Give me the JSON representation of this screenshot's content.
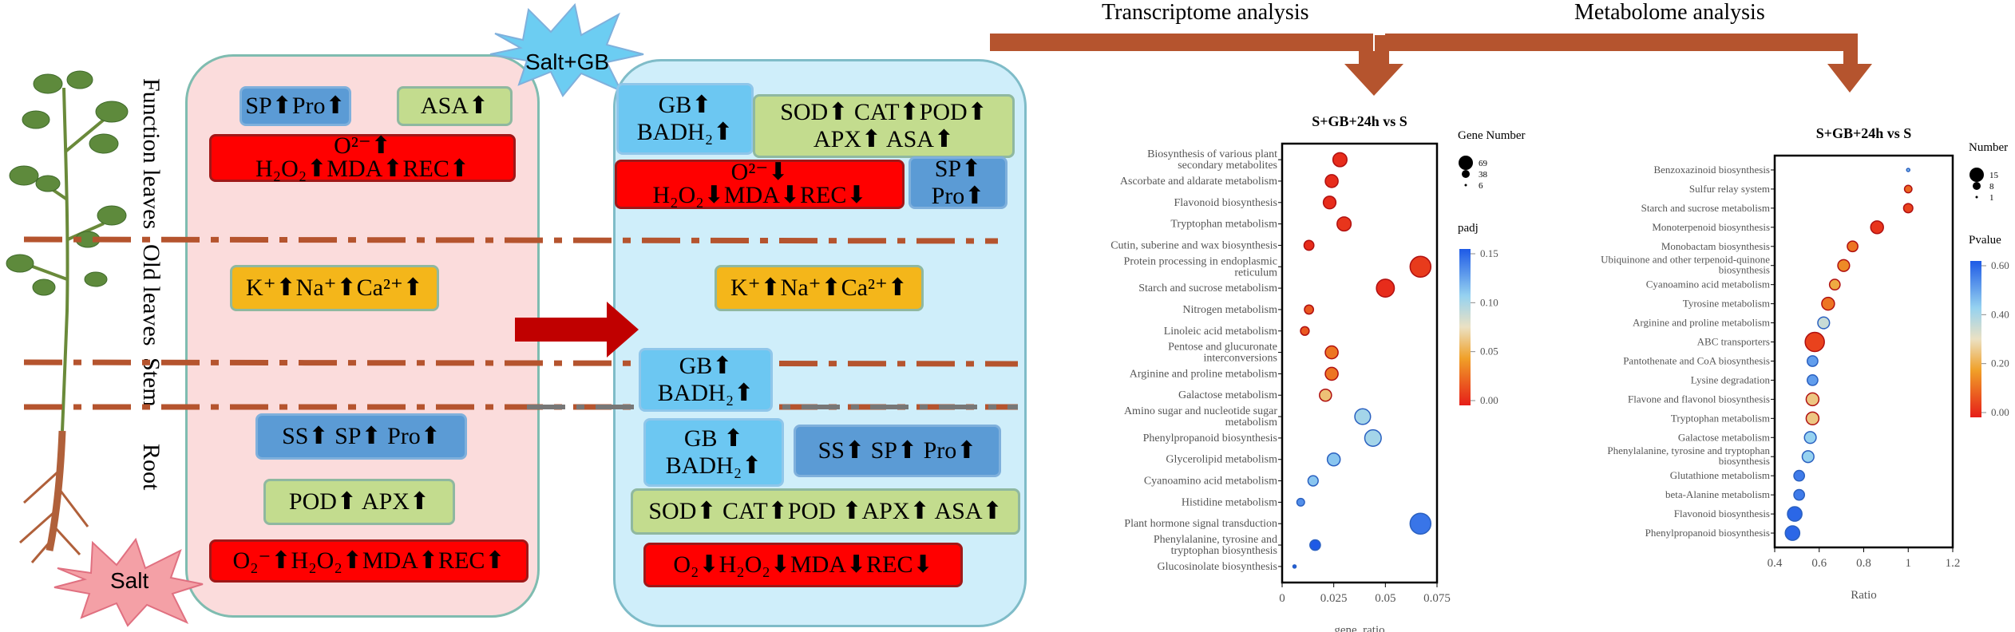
{
  "top_labels": {
    "transcriptome": "Transcriptome analysis",
    "metabolome": "Metabolome analysis"
  },
  "organ_labels": [
    "Function leaves",
    "Old leaves",
    "Stem",
    "Root"
  ],
  "stress_labels": {
    "salt": "Salt",
    "salt_gb": "Salt+GB"
  },
  "salt_panel": {
    "sp_pro": "SP⬆Pro⬆",
    "asa": "ASA⬆",
    "ros_top": "O²⁻⬆",
    "ros_bottom": "H₂O₂⬆MDA⬆REC⬆",
    "ions": "K⁺⬆Na⁺⬆Ca²⁺⬆",
    "ss_sp_pro": "SS⬆ SP⬆ Pro⬆",
    "pod_apx": "POD⬆  APX⬆",
    "root_ros": "O₂⁻⬆H₂O₂⬆MDA⬆REC⬆"
  },
  "gb_panel": {
    "gb_badh_leaf": [
      "GB⬆",
      "BADH₂⬆"
    ],
    "antiox_leaf": [
      "SOD⬆ CAT⬆POD⬆",
      "APX⬆ ASA⬆"
    ],
    "ros_leaf": [
      "O²⁻⬇",
      "H₂O₂⬇MDA⬇REC⬇"
    ],
    "sp_pro_leaf": [
      "SP⬆",
      "Pro⬆"
    ],
    "ions": "K⁺⬆Na⁺⬆Ca²⁺⬆",
    "gb_badh_stem": [
      "GB⬆",
      "BADH₂⬆"
    ],
    "gb_badh_root": [
      "GB ⬆",
      "BADH₂⬆"
    ],
    "ss_sp_pro_root": "SS⬆ SP⬆ Pro⬆",
    "antiox_root": "SOD⬆ CAT⬆POD ⬆APX⬆ ASA⬆",
    "ros_root": "O₂⬇H₂O₂⬇MDA⬇REC⬇"
  },
  "chart_data": [
    {
      "type": "scatter",
      "title": "S+GB+24h vs S",
      "xlabel": "gene_ratio",
      "ylabel": "",
      "xlim": [
        0,
        0.075
      ],
      "xticks": [
        "0",
        "0.025",
        "0.05",
        "0.075"
      ],
      "size_legend": {
        "title": "Gene Number",
        "values": [
          "69",
          "38",
          "6"
        ]
      },
      "color_legend": {
        "title": "padj",
        "ticks": [
          "0.15",
          "0.10",
          "0.05",
          "0.00"
        ],
        "range": [
          0,
          0.15
        ]
      },
      "categories": [
        "Biosynthesis of various plant secondary metabolites",
        "Ascorbate and aldarate metabolism",
        "Flavonoid biosynthesis",
        "Tryptophan metabolism",
        "Cutin, suberine and wax biosynthesis",
        "Protein processing in endoplasmic reticulum",
        "Starch and sucrose metabolism",
        "Nitrogen metabolism",
        "Linoleic acid metabolism",
        "Pentose and glucuronate interconversions",
        "Arginine and proline metabolism",
        "Galactose metabolism",
        "Amino sugar and nucleotide sugar metabolism",
        "Phenylpropanoid biosynthesis",
        "Glycerolipid metabolism",
        "Cyanoamino acid metabolism",
        "Histidine metabolism",
        "Plant hormone signal transduction",
        "Phenylalanine, tyrosine and tryptophan biosynthesis",
        "Glucosinolate biosynthesis"
      ],
      "x": [
        0.028,
        0.024,
        0.023,
        0.03,
        0.013,
        0.067,
        0.05,
        0.013,
        0.011,
        0.024,
        0.024,
        0.021,
        0.039,
        0.044,
        0.025,
        0.015,
        0.009,
        0.067,
        0.016,
        0.006
      ],
      "size": [
        30,
        25,
        24,
        30,
        15,
        69,
        50,
        13,
        12,
        25,
        25,
        22,
        38,
        42,
        25,
        16,
        10,
        69,
        17,
        6
      ],
      "color": [
        0.005,
        0.005,
        0.005,
        0.008,
        0.005,
        0.01,
        0.005,
        0.02,
        0.02,
        0.03,
        0.03,
        0.06,
        0.1,
        0.1,
        0.11,
        0.11,
        0.13,
        0.14,
        0.15,
        0.15
      ]
    },
    {
      "type": "scatter",
      "title": "S+GB+24h vs S",
      "xlabel": "Ratio",
      "ylabel": "",
      "xlim": [
        0.4,
        1.2
      ],
      "xticks": [
        "0.4",
        "0.6",
        "0.8",
        "1",
        "1.2"
      ],
      "size_legend": {
        "title": "Number",
        "values": [
          "15",
          "8",
          "1"
        ]
      },
      "color_legend": {
        "title": "Pvalue",
        "ticks": [
          "0.60",
          "0.40",
          "0.20",
          "0.00"
        ],
        "range": [
          0,
          0.6
        ]
      },
      "categories": [
        "Benzoxazinoid biosynthesis",
        "Sulfur relay system",
        "Starch and sucrose metabolism",
        "Monoterpenoid biosynthesis",
        "Monobactam biosynthesis",
        "Ubiquinone and other terpenoid-quinone biosynthesis",
        "Cyanoamino acid metabolism",
        "Tyrosine metabolism",
        "Arginine and proline metabolism",
        "ABC transporters",
        "Pantothenate and CoA biosynthesis",
        "Lysine degradation",
        "Flavone and flavonol biosynthesis",
        "Tryptophan metabolism",
        "Galactose metabolism",
        "Phenylalanine, tyrosine and tryptophan biosynthesis",
        "Glutathione metabolism",
        "beta-Alanine metabolism",
        "Flavonoid biosynthesis",
        "Phenylpropanoid biosynthesis"
      ],
      "x": [
        1.0,
        1.0,
        1.0,
        0.86,
        0.75,
        0.71,
        0.67,
        0.64,
        0.62,
        0.58,
        0.57,
        0.57,
        0.57,
        0.57,
        0.56,
        0.55,
        0.51,
        0.51,
        0.49,
        0.48
      ],
      "size": [
        1,
        2,
        3,
        6,
        4,
        5,
        4,
        6,
        5,
        15,
        4,
        4,
        6,
        6,
        5,
        5,
        4,
        4,
        8,
        8
      ],
      "color": [
        0.45,
        0.1,
        0.05,
        0.03,
        0.12,
        0.15,
        0.2,
        0.12,
        0.35,
        0.05,
        0.5,
        0.5,
        0.25,
        0.25,
        0.42,
        0.42,
        0.55,
        0.55,
        0.58,
        0.58
      ]
    }
  ]
}
